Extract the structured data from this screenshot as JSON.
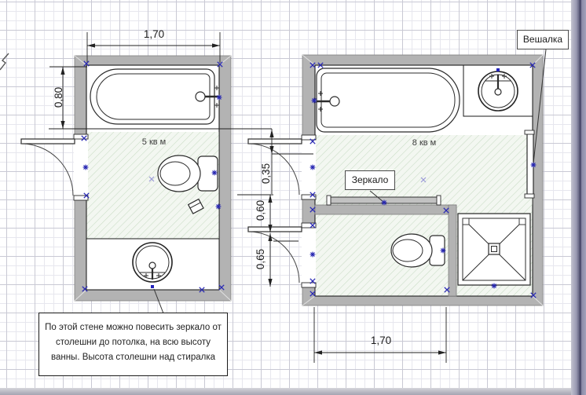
{
  "plans": {
    "left": {
      "area_label": "5 кв м",
      "dim_width": "1,70",
      "dim_bath_height": "0,80"
    },
    "right": {
      "area_label": "8 кв м",
      "dim_width": "1,70"
    },
    "gaps": {
      "dim_top": "0,35",
      "dim_middle": "0,60",
      "dim_bottom": "0,65"
    }
  },
  "callouts": {
    "hanger": "Вешалка",
    "mirror": "Зеркало",
    "note": "По этой стене можно повесить зеркало от столешни до потолка, на всю высоту ванны. Высота столешни над стиралка"
  },
  "colors": {
    "wall_fill": "#b3b3b3",
    "floor_hatch": "#c9dcc5",
    "grid_minor": "#e7e7ee",
    "grid_major": "#c9c9d4",
    "snap_marker": "#2a2ab4",
    "snap_marker_light": "#9a9ad8",
    "page_edge": "#3c3c5e"
  }
}
